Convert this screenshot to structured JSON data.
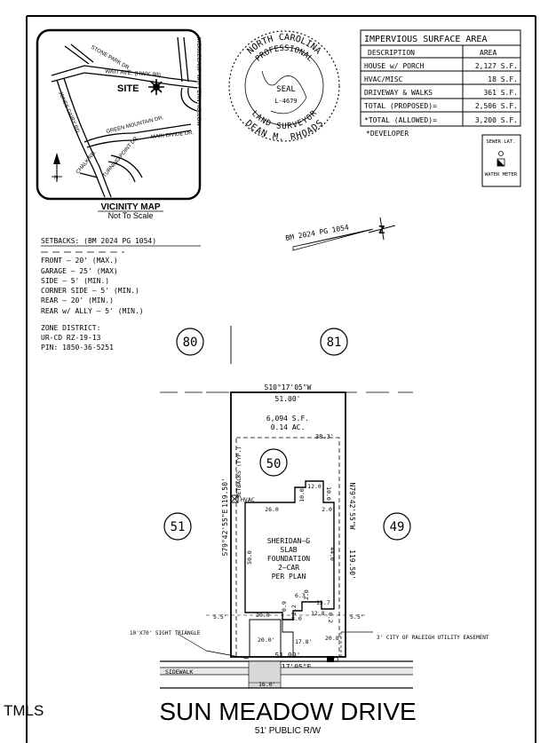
{
  "vicinity": {
    "title": "VICINITY MAP",
    "subtitle": "Not To Scale",
    "site": "SITE",
    "roads": [
      "STONE PARK DR.",
      "WAIT AVE. (HWY. 98)",
      "MIDDLECAMP WAY",
      "FERN HOLLOW",
      "JONES DAIRY RD.",
      "GREEN MOUNTAIN DR.",
      "MAIN DIVIDE DR.",
      "CHALK RD.",
      "TURNING POINT DR."
    ],
    "north": "N"
  },
  "seal": {
    "top": "NORTH CAROLINA",
    "second": "PROFESSIONAL",
    "label": "SEAL",
    "number": "L-4679",
    "bottom1": "LAND SURVEYOR",
    "bottom2": "DEAN M. RHOADS"
  },
  "impervious": {
    "title": "IMPERVIOUS SURFACE AREA",
    "headers": [
      "DESCRIPTION",
      "AREA"
    ],
    "rows": [
      [
        "HOUSE w/ PORCH",
        "2,127 S.F."
      ],
      [
        "HVAC/MISC",
        "18 S.F."
      ],
      [
        "DRIVEWAY & WALKS",
        "361 S.F."
      ],
      [
        "TOTAL (PROPOSED)=",
        "2,506 S.F."
      ],
      [
        "*TOTAL (ALLOWED)=",
        "3,200 S.F."
      ]
    ],
    "note": "*DEVELOPER"
  },
  "legend": {
    "sewer": "SEWER LAT.",
    "water": "WATER METER"
  },
  "bm": "BM 2024 PG 1054",
  "setbacks": {
    "title": "SETBACKS: (BM 2024 PG 1054)",
    "items": [
      "FRONT – 20' (MAX.)",
      "GARAGE – 25' (MAX)",
      "SIDE – 5' (MIN.)",
      "CORNER SIDE – 5' (MIN.)",
      "REAR – 20' (MIN.)",
      "REAR w/ ALLY – 5' (MIN.)"
    ]
  },
  "zone": [
    "ZONE DISTRICT:",
    "UR-CD RZ-19-13",
    "PIN: 1850-36-5251"
  ],
  "lots": {
    "main": "50",
    "topleft": "80",
    "topright": "81",
    "left": "51",
    "right": "49"
  },
  "lot_info": {
    "area_sf": "6,094 S.F.",
    "area_ac": "0.14 AC.",
    "bearing_top": "S10°17'05\"W",
    "dist_top": "51.00'",
    "bearing_bottom": "N10°17'05\"E",
    "dist_bottom": "51.00'",
    "bearing_left": "S79°42'55\"E",
    "dist_left": "119.50'",
    "bearing_right": "N79°42'55\"W",
    "dist_right": "119.50'",
    "setbacks_typ": "SETBACKS (TYP.)"
  },
  "house": {
    "l1": "SHERIDAN–G",
    "l2": "SLAB",
    "l3": "FOUNDATION",
    "l4": "2–CAR",
    "l5": "PER PLAN",
    "dims": [
      "38.3'",
      "12.0",
      "10.0",
      "10.0",
      "2.0",
      "26.0",
      "50.0",
      "44.0",
      "6.3",
      "2.0",
      "13.7",
      "2.2",
      "0.9",
      "0.2",
      "12.8",
      "8.0",
      "20.0",
      "5.5'",
      "5.5'",
      "20.0'",
      "17.8'",
      "20.8'",
      "16.0'"
    ],
    "hvac": "HVAC"
  },
  "labels": {
    "sight": "10'X70' SIGHT TRIANGLE",
    "easement": "3' CITY OF RALEIGH UTILITY EASEMENT",
    "sidewalk": "SIDEWALK",
    "street": "SUN MEADOW DRIVE",
    "row": "51' PUBLIC R/W",
    "watermark": "TMLS"
  }
}
